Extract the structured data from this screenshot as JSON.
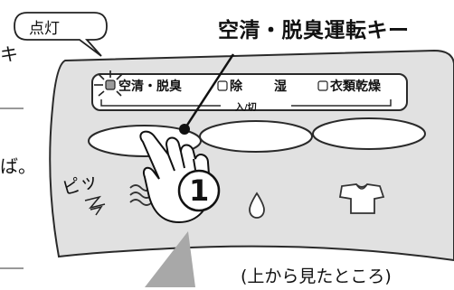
{
  "callout": {
    "text": "点灯"
  },
  "panel_title": "空清・脱臭運転キー",
  "modes": {
    "air_clean": "空清・脱臭",
    "dehumidify_a": "除",
    "dehumidify_b": "湿",
    "clothes_dry": "衣類乾燥"
  },
  "toggle_label": "入/切",
  "sound_text": "ピッ",
  "step_number": "1",
  "view_caption": "(上から見たところ)",
  "stray": {
    "top": "キ",
    "mid": "ば。"
  },
  "colors": {
    "panel": "#e1e1e1",
    "panel_edge": "#2a2a2a",
    "indicator": "#9b9b9b",
    "pointer": "#a8a8a8"
  }
}
